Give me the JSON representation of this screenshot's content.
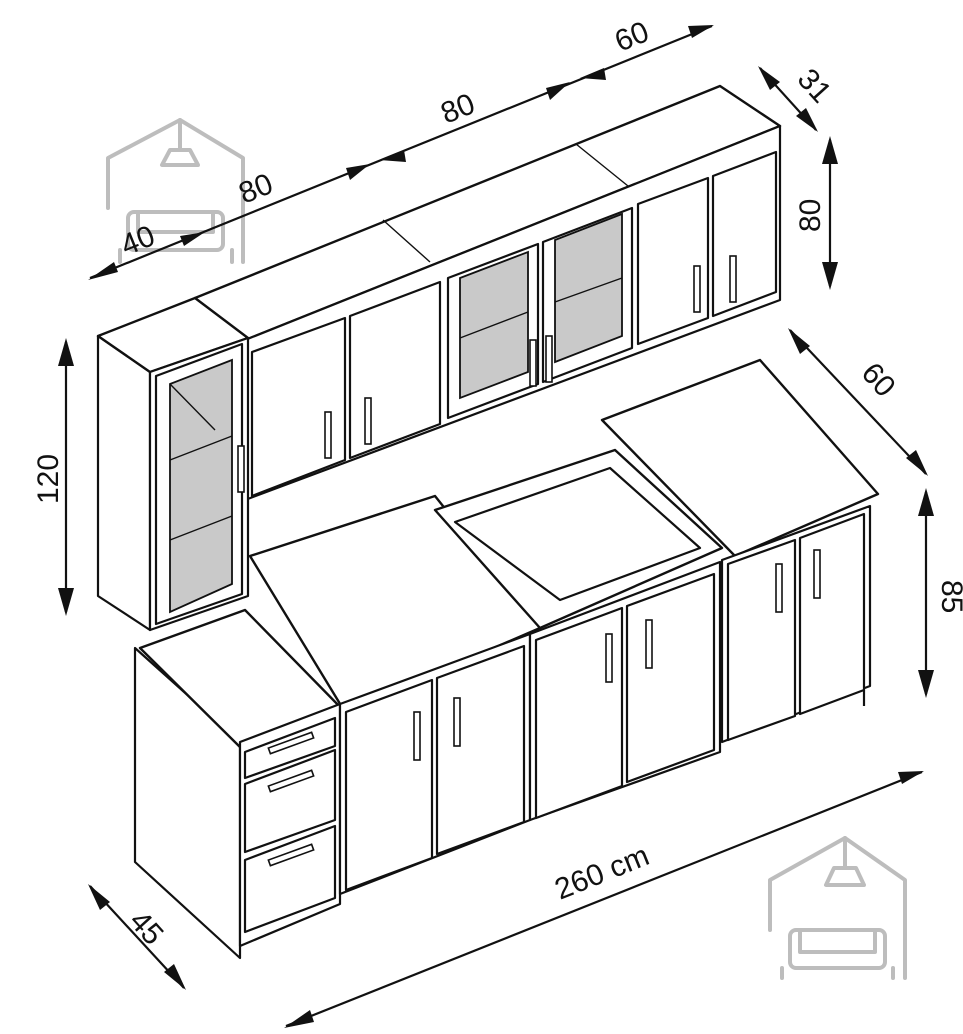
{
  "dimensions": {
    "upper_width_1": "80",
    "upper_width_2": "80",
    "upper_width_3": "60",
    "upper_depth": "40",
    "upper_side_depth": "31",
    "upper_height": "80",
    "tall_height": "120",
    "base_depth_right": "60",
    "base_height": "85",
    "total_width": "260 cm",
    "base_depth_left": "45"
  },
  "colors": {
    "line": "#111111",
    "glass": "#c9c9c9",
    "watermark": "#bdbdbd"
  },
  "icons": {
    "watermark_top": "house-sofa-logo",
    "watermark_bottom": "house-sofa-logo"
  }
}
